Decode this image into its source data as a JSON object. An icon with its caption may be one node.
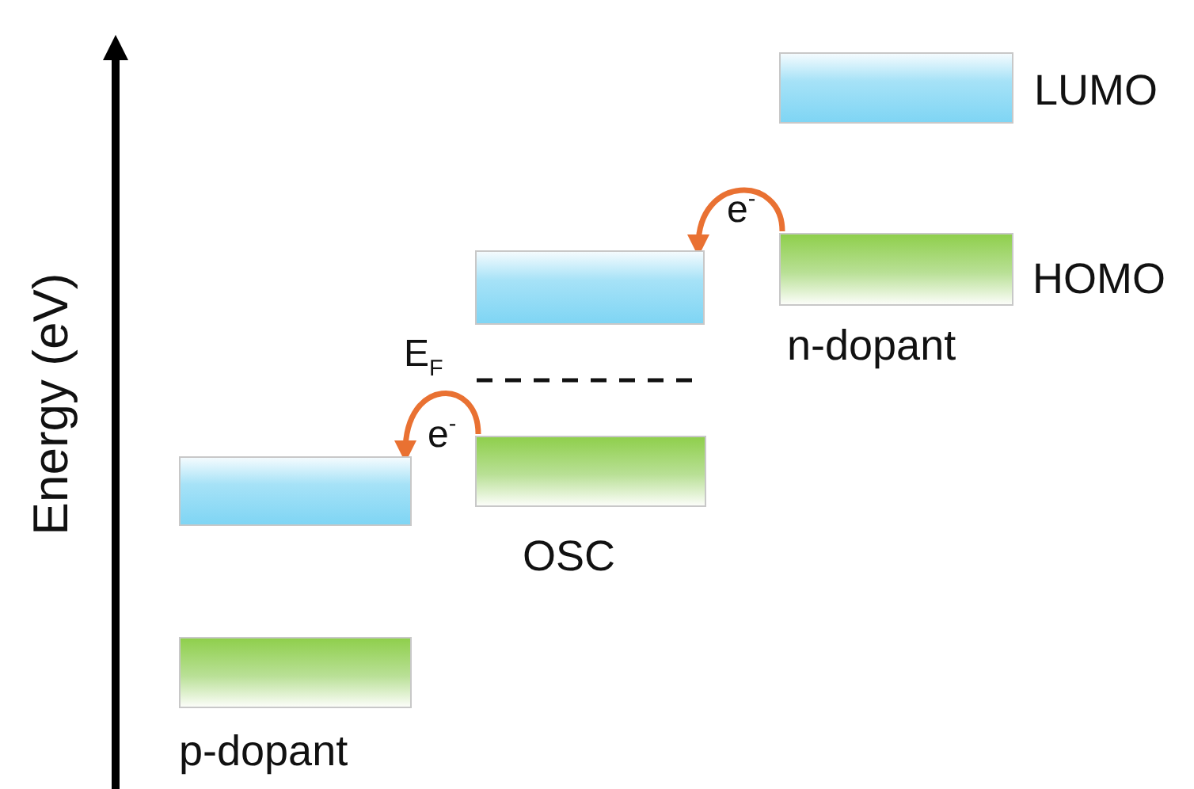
{
  "diagram": {
    "nodes": [
      {
        "text": [],
        "shape": "bar",
        "beside": [
          "LUMO"
        ]
      },
      {
        "text": [],
        "shape": "bar",
        "beside": [
          "HOMO",
          "n-dopant"
        ]
      },
      {
        "text": [],
        "shape": "bar"
      },
      {
        "text": [],
        "shape": "bar",
        "beside": [
          "OSC"
        ]
      },
      {
        "text": [],
        "shape": "bar"
      },
      {
        "text": [],
        "shape": "bar",
        "beside": [
          "p-dopant"
        ]
      }
    ],
    "edges": [
      {
        "from": 1,
        "to": 2,
        "arrow": "to",
        "label": "e$^{-}$",
        "color": "#e97132"
      },
      {
        "from": 3,
        "to": 4,
        "arrow": "to",
        "label": "e$^{-}$",
        "color": "#e97132"
      }
    ],
    "labels": [
      "Energy (eV)",
      "E$_{F}$"
    ]
  }
}
